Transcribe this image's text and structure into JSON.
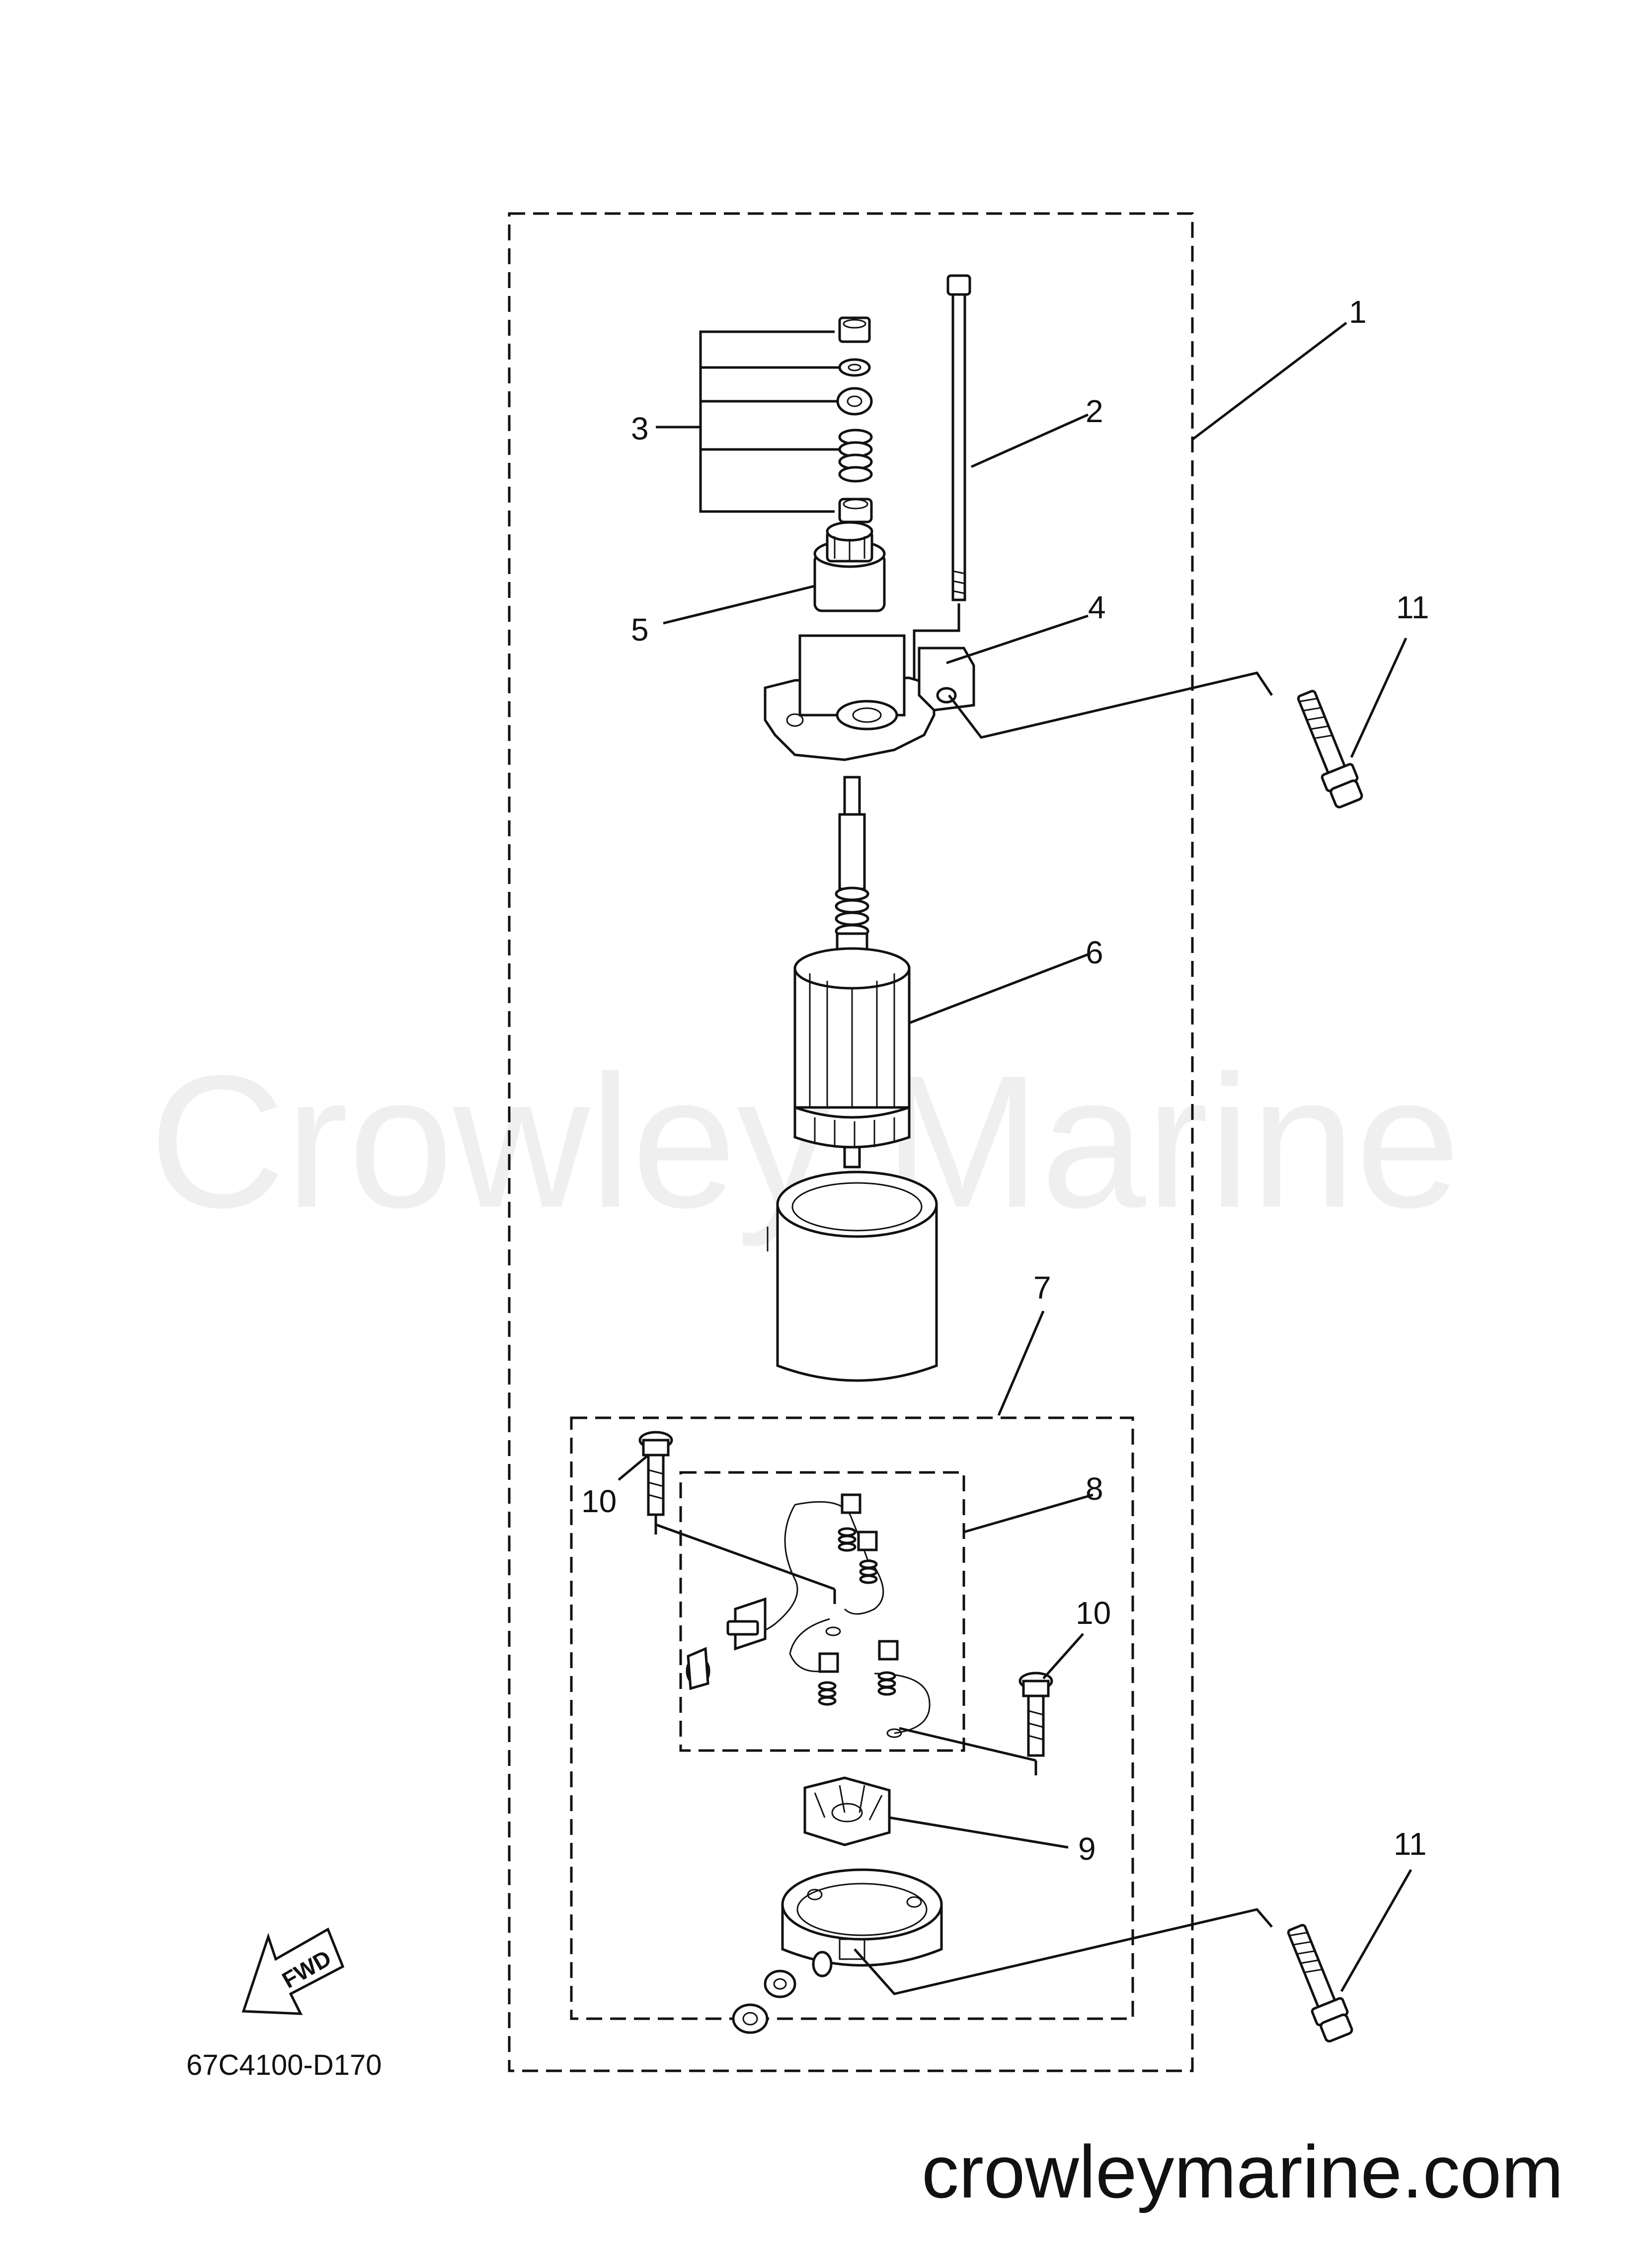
{
  "watermark": "Crowley Marine",
  "website": "crowleymarine.com",
  "drawing_code": "67C4100-D170",
  "fwd_label": "FWD",
  "callouts": {
    "c1": "1",
    "c2": "2",
    "c3": "3",
    "c4": "4",
    "c5": "5",
    "c6": "6",
    "c7": "7",
    "c8": "8",
    "c9": "9",
    "c10a": "10",
    "c10b": "10",
    "c11a": "11",
    "c11b": "11"
  }
}
